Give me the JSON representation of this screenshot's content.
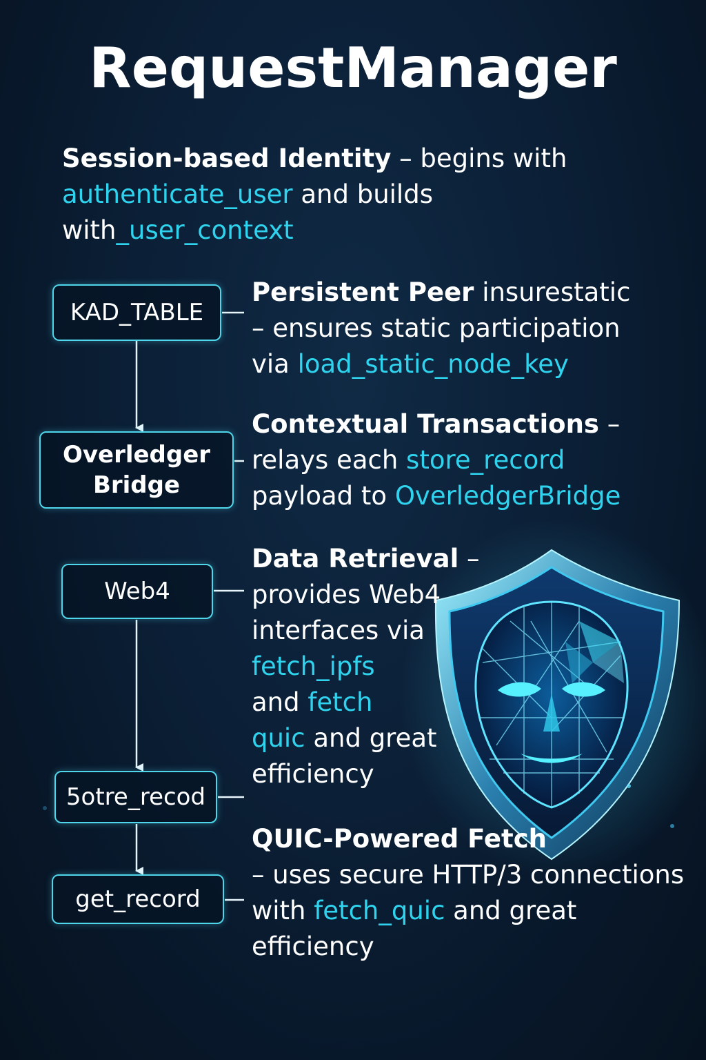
{
  "title": "RequestManager",
  "intro": {
    "line1_bold": "Session-based Identity",
    "line1_rest": " – begins with",
    "line2_code": "authenticate_user",
    "line2_rest": " and builds",
    "line3_prefix": "with",
    "line3_code": "_user_context"
  },
  "boxes": {
    "kad_table": "KAD_TABLE",
    "overledger_line1": "Overledger",
    "overledger_line2": "Bridge",
    "web4": "Web4",
    "sotre_record": "5otre_recod",
    "get_record": "get_record"
  },
  "sections": {
    "persistent": {
      "bold": "Persistent Peer",
      "line1_rest": " insurestatic",
      "line2": "– ensures static participation",
      "line3_prefix": "via ",
      "line3_code": "load_static_node_key"
    },
    "contextual": {
      "bold": "Contextual Transactions",
      "line1_rest": " –",
      "line2_prefix": "relays each ",
      "line2_code": "store_record",
      "line3_prefix": "payload to ",
      "line3_code": "OverledgerBridge"
    },
    "retrieval": {
      "bold": "Data Retrieval",
      "line1_rest": " –",
      "line2": "provides Web4",
      "line3": "interfaces via",
      "line4_code": "fetch_ipfs",
      "line5_prefix": "and ",
      "line5_code": "fetch",
      "line6_code": "quic",
      "line6_rest": " and great",
      "line7": "efficiency"
    },
    "quic": {
      "bold": "QUIC-Powered Fetch",
      "line2": "– uses secure HTTP/3 connections",
      "line3_prefix": "with ",
      "line3_code": "fetch_quic",
      "line3_rest": " and great",
      "line4": "efficiency"
    }
  },
  "colors": {
    "accent": "#2fd3ee",
    "box_border": "#4fd6ea",
    "background": "#0b1f36"
  },
  "icons": {
    "shield": "shield-face-icon"
  }
}
